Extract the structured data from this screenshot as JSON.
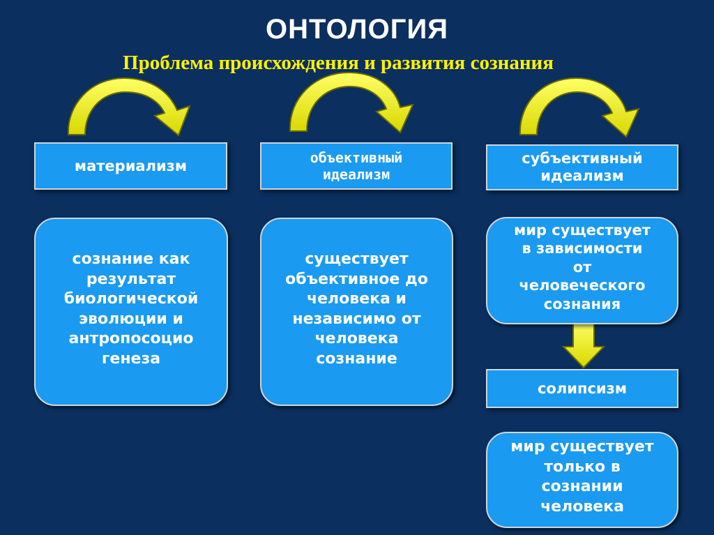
{
  "slide": {
    "title": "ОНТОЛОГИЯ",
    "subtitle": "Проблема происхождения и развития сознания"
  },
  "columns": {
    "materialism": {
      "label": "материализм",
      "description": "сознание как\nрезультат\nбиологической\nэволюции и\nантропосоцио\nгенеза"
    },
    "objective_idealism": {
      "label": "объективный\nидеализм",
      "description": "существует\nобъективное до\nчеловека и\nнезависимо от\nчеловека\nсознание"
    },
    "subjective_idealism": {
      "label": "субъективный\nидеализм",
      "description": "мир существует\nв зависимости\nот\nчеловеческого\nсознания",
      "solipsism_label": "солипсизм",
      "solipsism_description": "мир существует\nтолько в\nсознании\nчеловека"
    }
  },
  "colors": {
    "background": "#0b2f5e",
    "box_fill": "#1a9af0",
    "box_border": "#cfd6dc",
    "arrow_fill": "#ffff00",
    "subtitle": "#fff200"
  },
  "icons": {
    "curved_arrow": "curved-arrow-icon",
    "down_arrow": "down-arrow-icon"
  }
}
